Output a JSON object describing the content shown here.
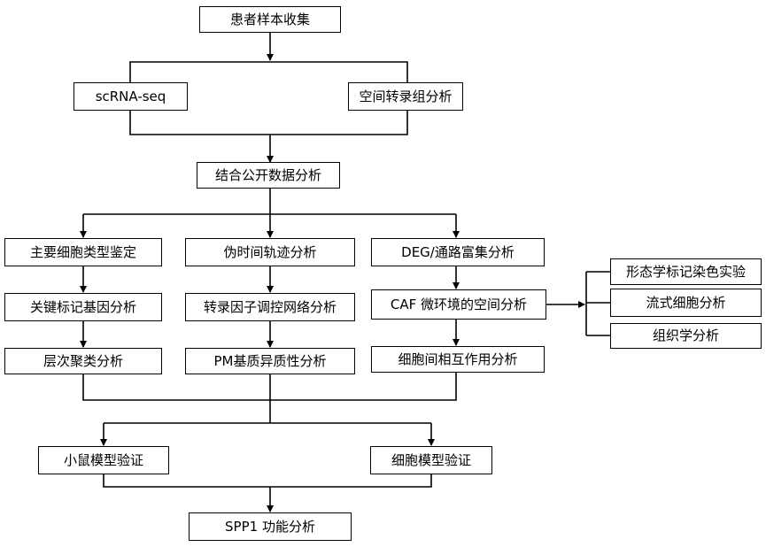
{
  "nodes": {
    "collect": "患者样本收集",
    "scrna": "scRNA-seq",
    "spatial": "空间转录组分析",
    "public": "结合公开数据分析",
    "celltype": "主要细胞类型鉴定",
    "marker": "关键标记基因分析",
    "cluster": "层次聚类分析",
    "pseudo": "伪时间轨迹分析",
    "tf": "转录因子调控网络分析",
    "pm": "PM基质异质性分析",
    "deg": "DEG/通路富集分析",
    "caf": "CAF 微环境的空间分析",
    "interact": "细胞间相互作用分析",
    "morph": "形态学标记染色实验",
    "flow": "流式细胞分析",
    "histo": "组织学分析",
    "mouse": "小鼠模型验证",
    "cellmodel": "细胞模型验证",
    "spp1": "SPP1 功能分析"
  }
}
